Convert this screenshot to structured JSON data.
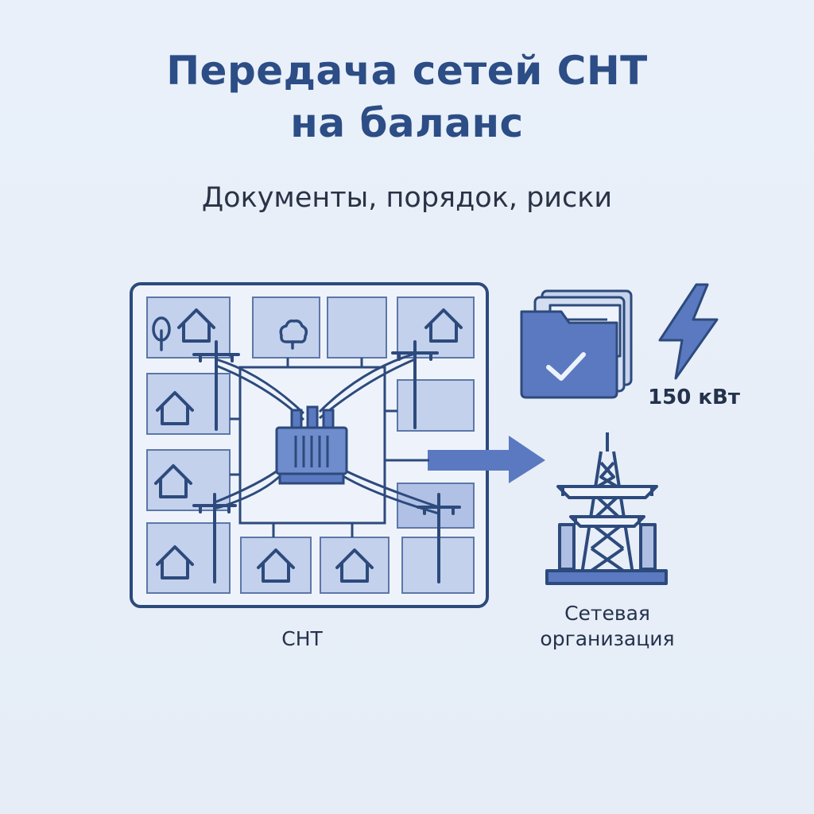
{
  "header": {
    "title_line1": "Передача сетей СНТ",
    "title_line2": "на баланс",
    "subtitle": "Документы, порядок, риски"
  },
  "diagram": {
    "snt_label": "СНТ",
    "power_label": "150 кВт",
    "grid_org_label_line1": "Сетевая",
    "grid_org_label_line2": "организация"
  },
  "colors": {
    "primary": "#2c4d85",
    "stroke": "#2d4a7c",
    "tile_fill": "#c6d3ec",
    "tile_fill_dark": "#aebfe3",
    "icon_fill": "#5b79c0",
    "background": "#e9f0f9"
  },
  "icons": [
    "house-icon",
    "tree-icon",
    "transformer-icon",
    "utility-pole-icon",
    "folder-check-icon",
    "lightning-icon",
    "transmission-tower-icon",
    "arrow-right-icon"
  ]
}
